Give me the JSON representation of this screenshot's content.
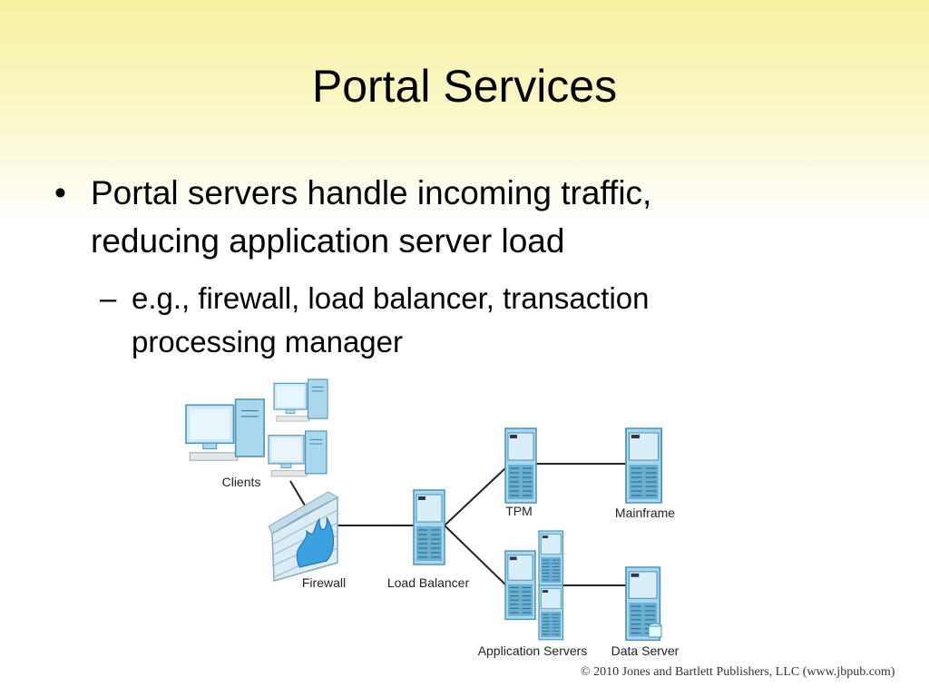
{
  "slide": {
    "title": "Portal Services",
    "bullets": [
      {
        "level": 1,
        "marker": "•",
        "lines": [
          "Portal servers handle incoming traffic,",
          "reducing application server load"
        ]
      },
      {
        "level": 2,
        "marker": "–",
        "lines": [
          "e.g., firewall, load balancer, transaction",
          "processing manager"
        ]
      }
    ],
    "diagram": {
      "labels": {
        "clients": "Clients",
        "firewall": "Firewall",
        "load_balancer": "Load Balancer",
        "tpm": "TPM",
        "mainframe": "Mainframe",
        "app_servers": "Application Servers",
        "data_server": "Data Server"
      },
      "colors": {
        "device": "#a9d7ee",
        "device_dark": "#5aa6cc",
        "line": "#222222",
        "flame": "#3aa0e0"
      }
    },
    "copyright": "© 2010 Jones and Bartlett Publishers, LLC (www.jbpub.com)"
  }
}
